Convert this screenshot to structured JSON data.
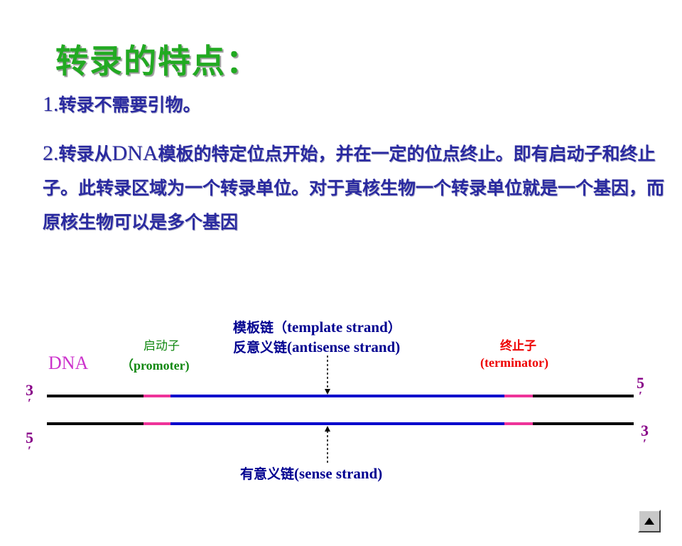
{
  "title": "转录的特点：",
  "point1": {
    "num": "1.",
    "text": "转录不需要引物。"
  },
  "point2": {
    "num": "2.",
    "text_a": "转录从",
    "dna": "DNA",
    "text_b": "模板的特定位点开始，并在一定的位点终止。即有启动子和终止子。此转录区域为一个转录单位。对于真核生物一个转录单位就是一个基因，而原核生物可以是多个基因"
  },
  "diagram": {
    "dna_label": "DNA",
    "promoter_name": "启动子",
    "promoter_en": "（promoter)",
    "template_cn_a": "模板链（",
    "template_cn_en": "template strand",
    "template_cn_b": "）",
    "template_en_a": "反意义链",
    "template_en_b": "(antisense strand)",
    "terminator_name": "终止子",
    "terminator_en": "(terminator)",
    "sense_a": "有意义链",
    "sense_b": "(sense strand)",
    "end_top_left": "3",
    "end_bottom_left": "5",
    "end_top_right": "5",
    "end_bottom_right": "3",
    "prime": "′",
    "colors": {
      "strand": "#000000",
      "template": "#0000cc",
      "element": "#ee3399",
      "arrow": "#000000"
    }
  },
  "nav_icon": "triangle-up-icon"
}
